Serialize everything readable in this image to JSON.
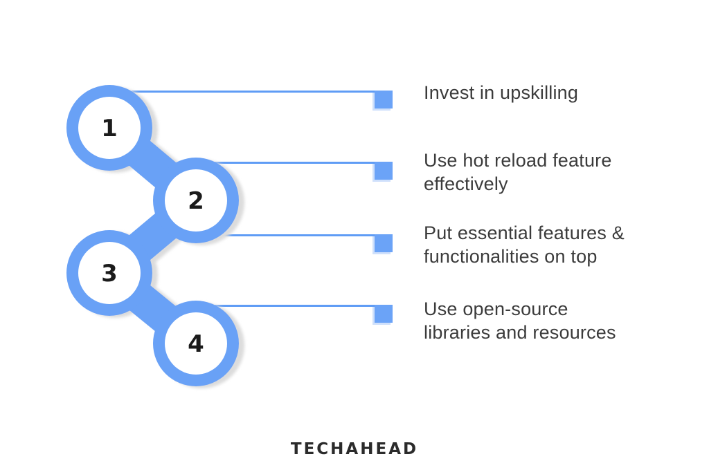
{
  "colors": {
    "chain_blue": "#69a1f6",
    "line_blue": "#5f9cf5",
    "square_blue": "#6ba3f7",
    "square_fringe": "#cfe0fb",
    "shadow_gray": "#dcdcdc",
    "label_text": "#3b3b3b",
    "number_text": "#1b1b1b",
    "logo_text_color": "#2b2b2b",
    "background": "#ffffff"
  },
  "diagram": {
    "nodes": [
      {
        "number": "1"
      },
      {
        "number": "2"
      },
      {
        "number": "3"
      },
      {
        "number": "4"
      }
    ],
    "items": [
      {
        "label": "Invest in upskilling"
      },
      {
        "label": "Use hot reload feature\neffectively"
      },
      {
        "label": "Put essential features &\nfunctionalities on top"
      },
      {
        "label": "Use open-source\nlibraries and resources"
      }
    ]
  },
  "footer": {
    "logo_text": "TECHAHEAD"
  }
}
